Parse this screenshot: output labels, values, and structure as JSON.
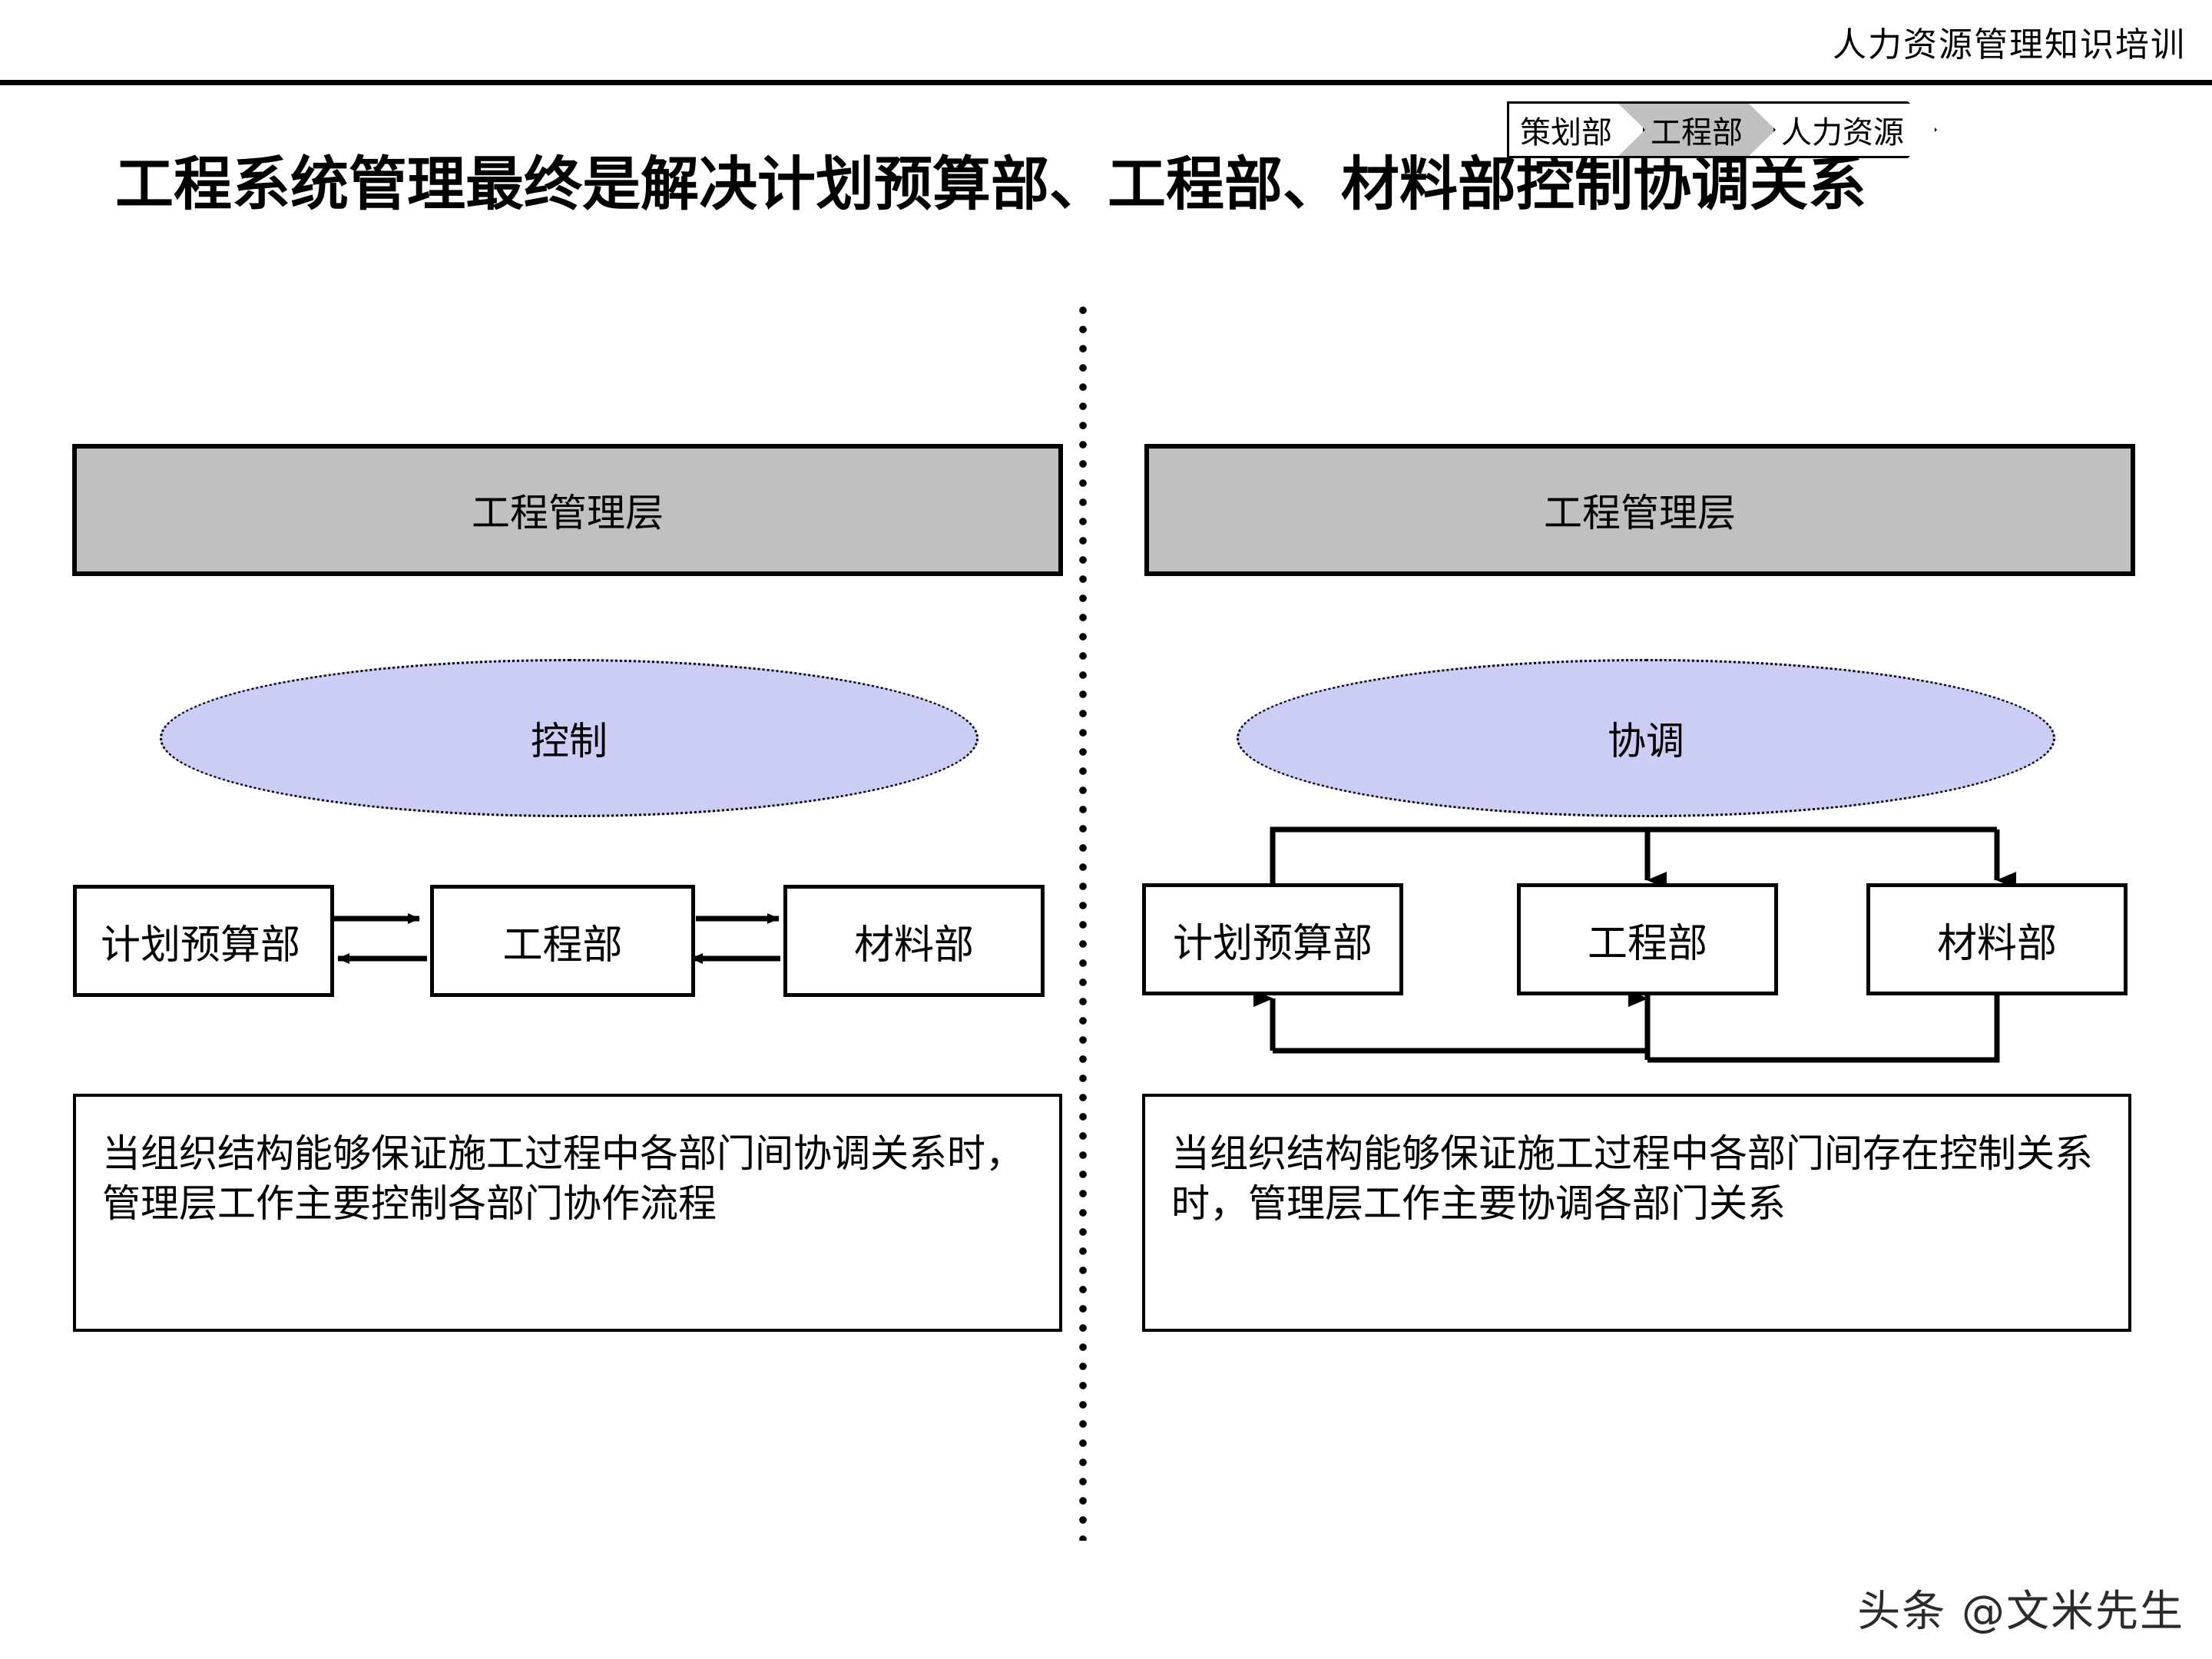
{
  "header": {
    "title": "人力资源管理知识培训",
    "breadcrumb": [
      {
        "label": "策划部",
        "active": false
      },
      {
        "label": "工程部",
        "active": true
      },
      {
        "label": "人力资源",
        "active": false
      }
    ]
  },
  "page_title": "工程系统管理最终是解决计划预算部、工程部、材料部控制协调关系",
  "panels": {
    "left": {
      "management_layer": "工程管理层",
      "relation": "控制",
      "departments": [
        "计划预算部",
        "工程部",
        "材料部"
      ],
      "note": "当组织结构能够保证施工过程中各部门间协调关系时，管理层工作主要控制各部门协作流程"
    },
    "right": {
      "management_layer": "工程管理层",
      "relation": "协调",
      "departments": [
        "计划预算部",
        "工程部",
        "材料部"
      ],
      "note": "当组织结构能够保证施工过程中各部门间存在控制关系时，管理层工作主要协调各部门关系"
    }
  },
  "watermark": "头条 @文米先生",
  "colors": {
    "management_bar_fill": "#C0C0C0",
    "relation_oval_fill": "#CCCDF5",
    "breadcrumb_active_fill": "#C0C0C0",
    "line": "#000000",
    "background": "#FFFFFF"
  }
}
